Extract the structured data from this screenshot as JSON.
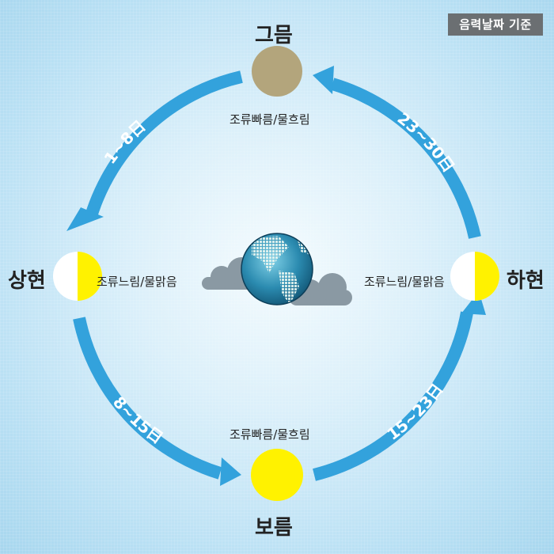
{
  "badge": "음력날짜 기준",
  "phases": {
    "new_moon": "그믐",
    "first_quarter": "상현",
    "full_moon": "보름",
    "last_quarter": "하현"
  },
  "tides": {
    "new_moon": "조류빠름/물흐림",
    "first_quarter": "조류느림/물맑음",
    "full_moon": "조류빠름/물흐림",
    "last_quarter": "조류느림/물맑음"
  },
  "ranges": {
    "top_left": "1~8日",
    "bottom_left": "8~15日",
    "bottom_right": "15~23日",
    "top_right": "23~30日"
  },
  "colors": {
    "arrow": "#33a2dc",
    "new_moon": "#b3a57c",
    "moon_lit": "#fff200",
    "moon_dark": "#ffffff",
    "badge_bg": "#6b6f72",
    "cloud": "#8a99a3",
    "ocean": "#2b7a98"
  }
}
